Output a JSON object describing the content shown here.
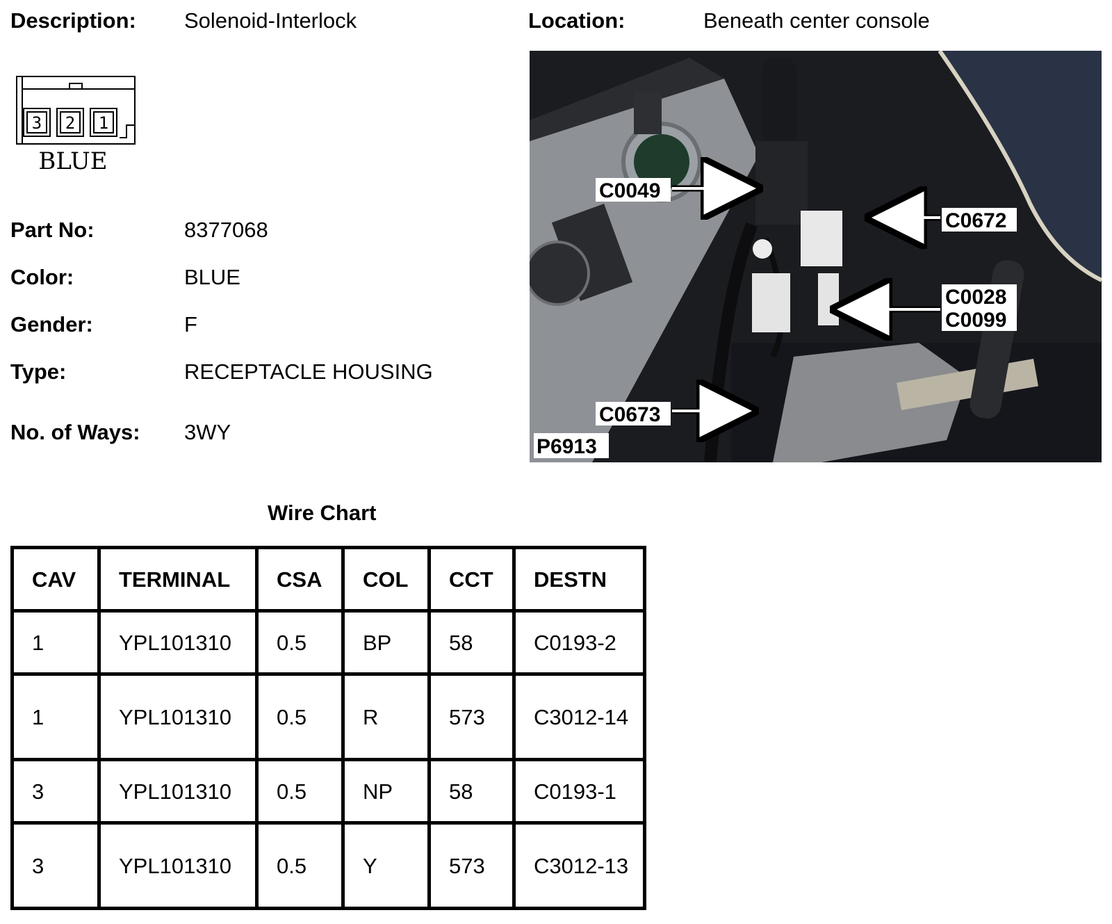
{
  "header": {
    "description_label": "Description:",
    "description_value": "Solenoid-Interlock",
    "location_label": "Location:",
    "location_value": "Beneath center console"
  },
  "connector_diagram": {
    "cavities": [
      "3",
      "2",
      "1"
    ],
    "color_text": "BLUE"
  },
  "details": [
    {
      "label": "Part No:",
      "value": "8377068"
    },
    {
      "label": "Color:",
      "value": "BLUE"
    },
    {
      "label": "Gender:",
      "value": "F"
    },
    {
      "label": "Type:",
      "value": "RECEPTACLE HOUSING"
    },
    {
      "label": "No. of Ways:",
      "value": "3WY"
    }
  ],
  "photo": {
    "callouts": [
      "C0049",
      "C0672",
      "C0028",
      "C0099",
      "C0673"
    ],
    "photo_id": "P6913"
  },
  "wire_chart": {
    "title": "Wire Chart",
    "columns": [
      "CAV",
      "TERMINAL",
      "CSA",
      "COL",
      "CCT",
      "DESTN"
    ],
    "rows": [
      [
        "1",
        "YPL101310",
        "0.5",
        "BP",
        "58",
        "C0193-2"
      ],
      [
        "1",
        "YPL101310",
        "0.5",
        "R",
        "573",
        "C3012-14"
      ],
      [
        "3",
        "YPL101310",
        "0.5",
        "NP",
        "58",
        "C0193-1"
      ],
      [
        "3",
        "YPL101310",
        "0.5",
        "Y",
        "573",
        "C3012-13"
      ]
    ]
  }
}
